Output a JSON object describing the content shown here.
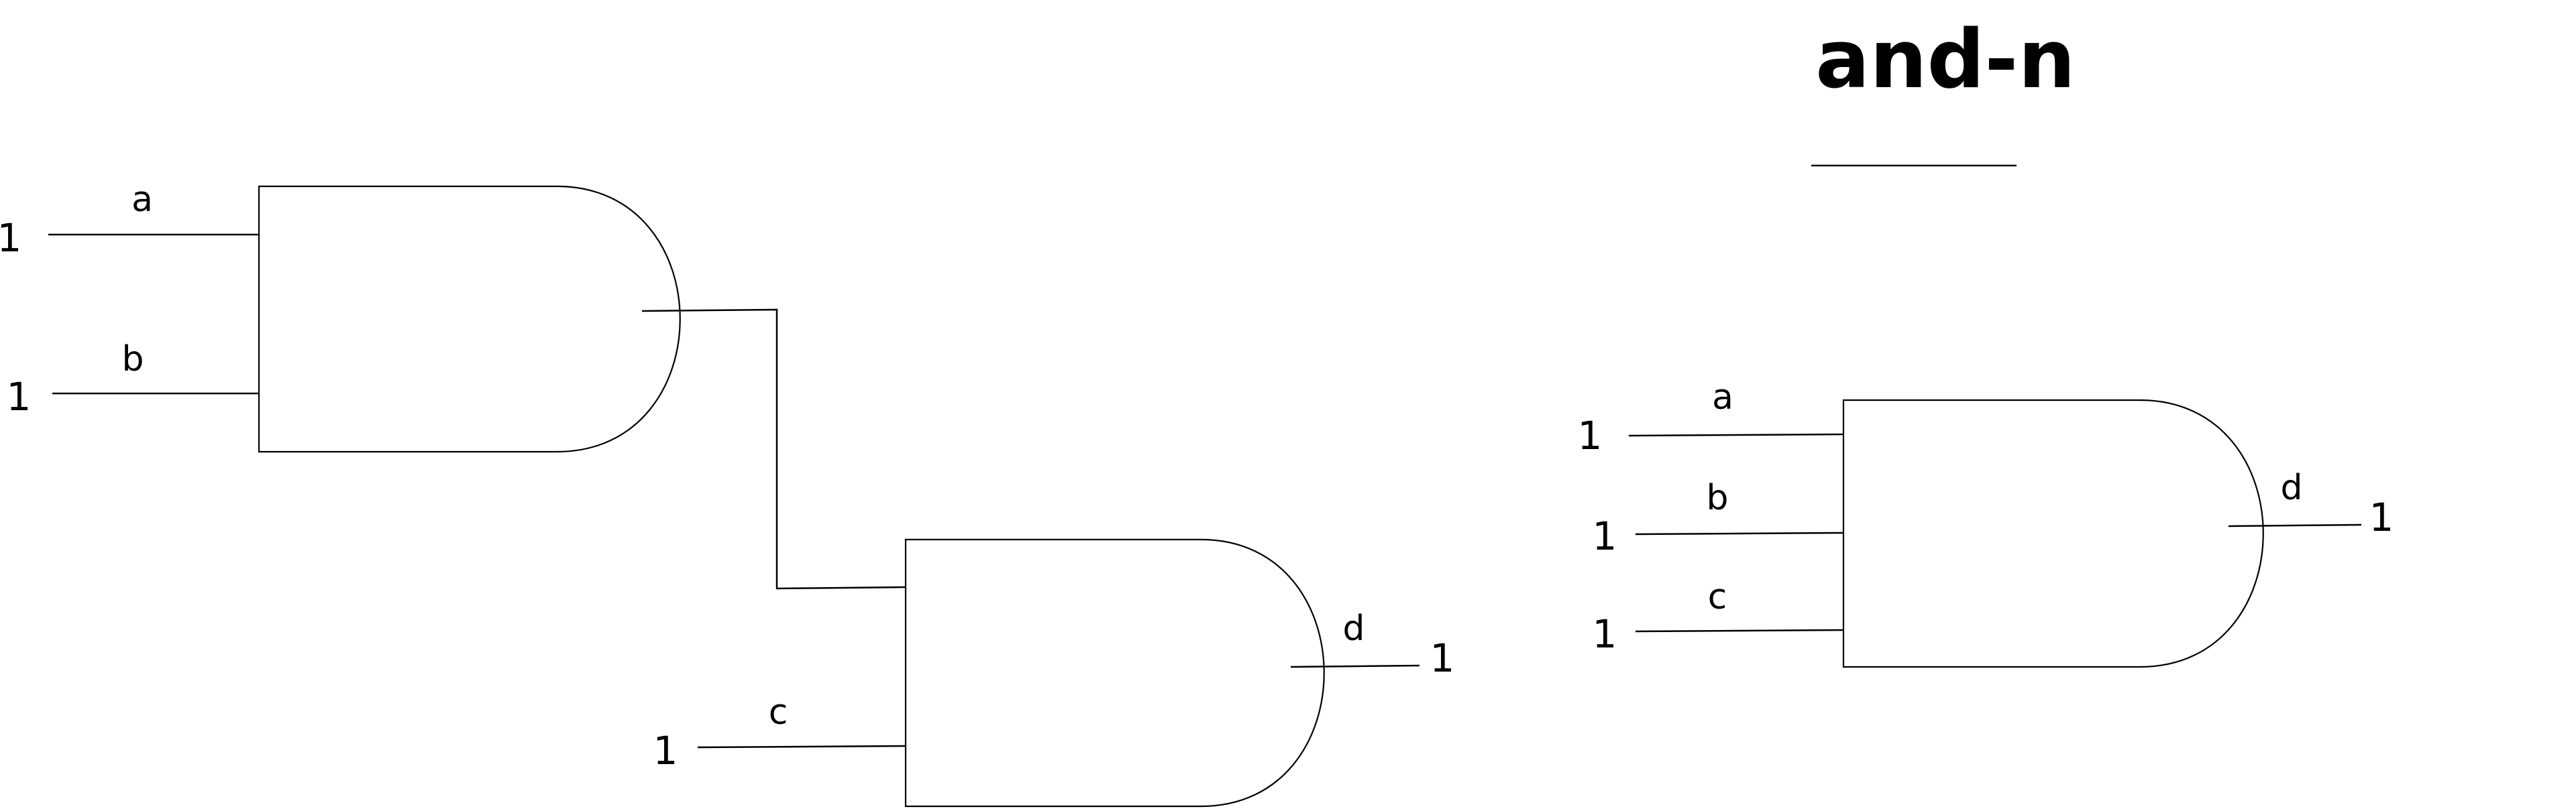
{
  "title": "and-n",
  "left_circuit": {
    "gate1": {
      "input_a": {
        "label": "a",
        "value": "1"
      },
      "input_b": {
        "label": "b",
        "value": "1"
      }
    },
    "gate2": {
      "input_c": {
        "label": "c",
        "value": "1"
      },
      "output_d": {
        "label": "d",
        "value": "1"
      }
    }
  },
  "right_circuit": {
    "input_a": {
      "label": "a",
      "value": "1"
    },
    "input_b": {
      "label": "b",
      "value": "1"
    },
    "input_c": {
      "label": "c",
      "value": "1"
    },
    "output_d": {
      "label": "d",
      "value": "1"
    }
  }
}
